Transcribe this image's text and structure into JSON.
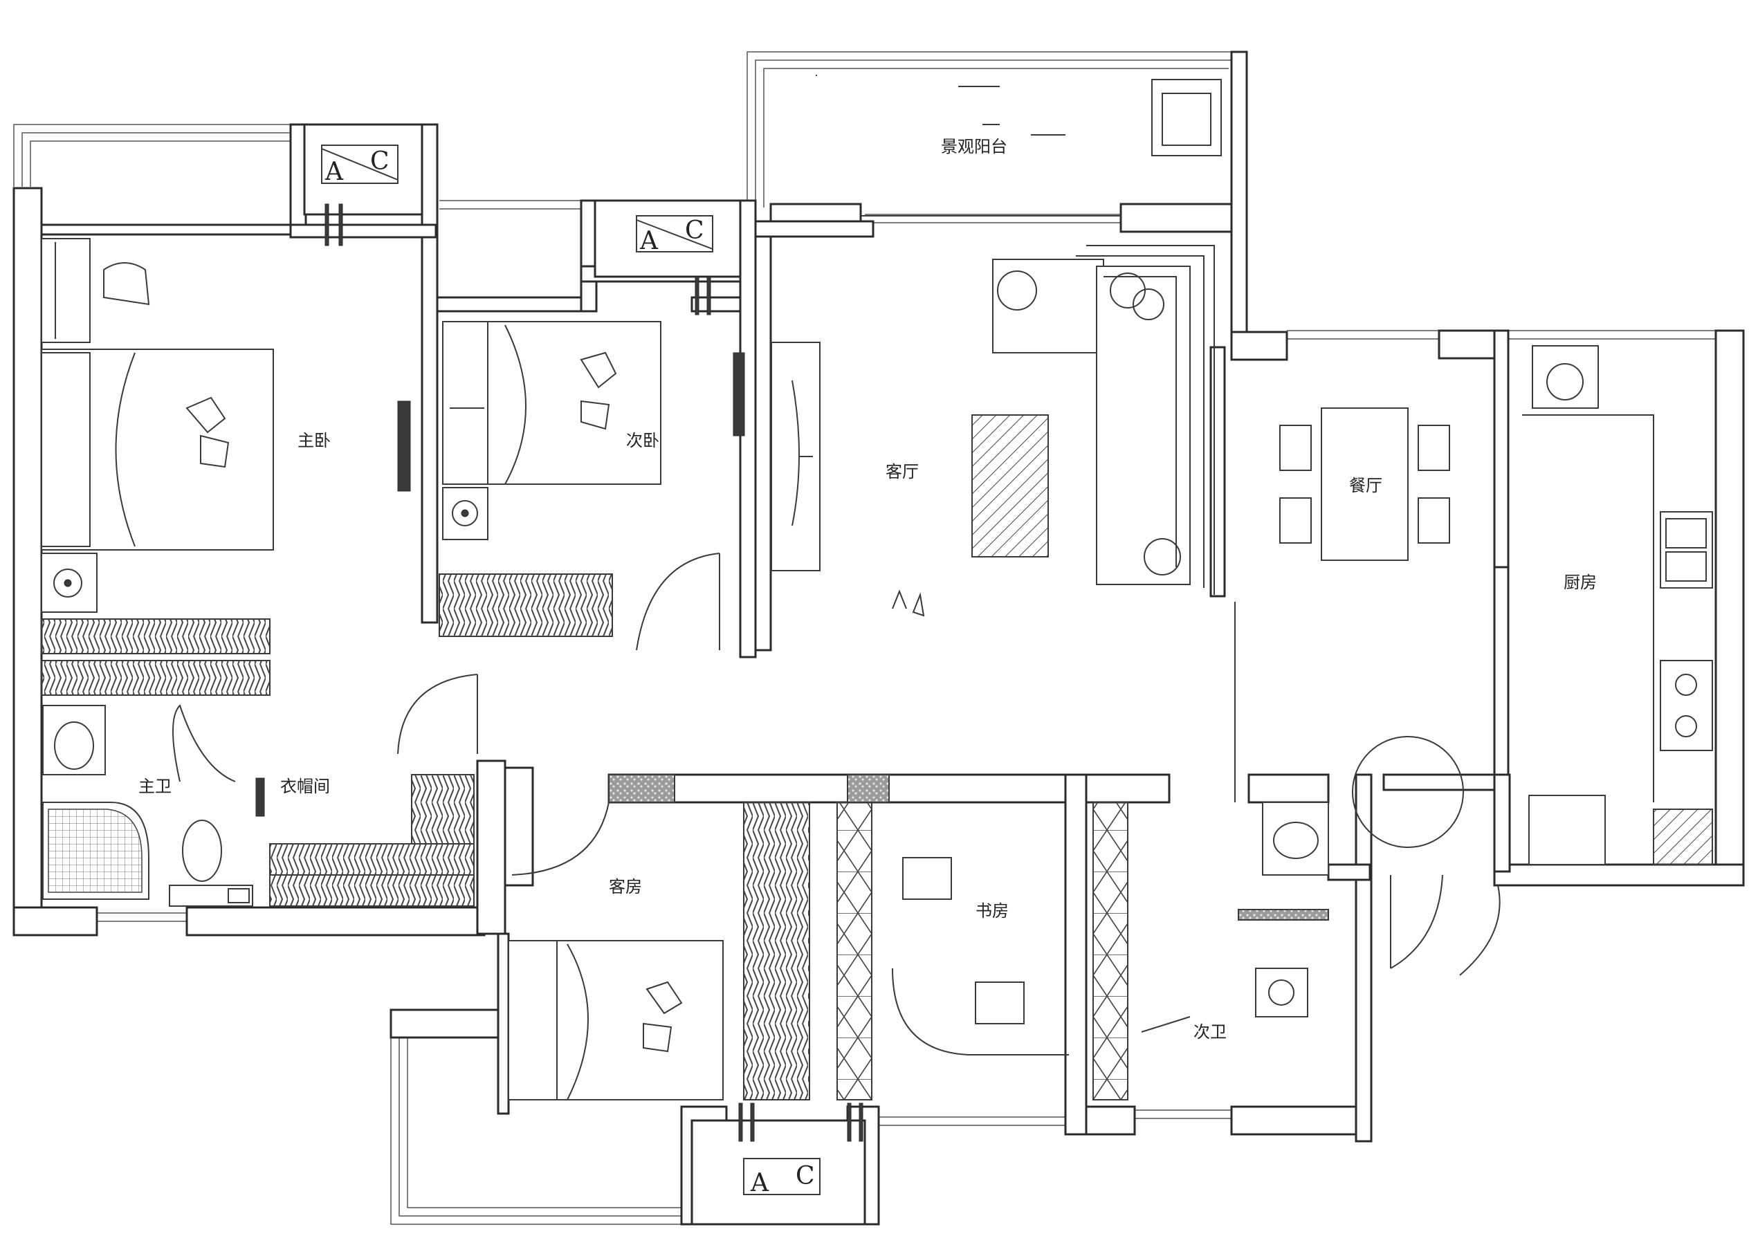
{
  "rooms": {
    "master_bedroom": "主卧",
    "second_bedroom": "次卧",
    "living_room": "客厅",
    "dining_room": "餐厅",
    "kitchen": "厨房",
    "balcony": "景观阳台",
    "master_bath": "主卫",
    "closet": "衣帽间",
    "guest_room": "客房",
    "study": "书房",
    "second_bath": "次卫"
  },
  "ac_unit": {
    "a": "A",
    "c": "C"
  }
}
